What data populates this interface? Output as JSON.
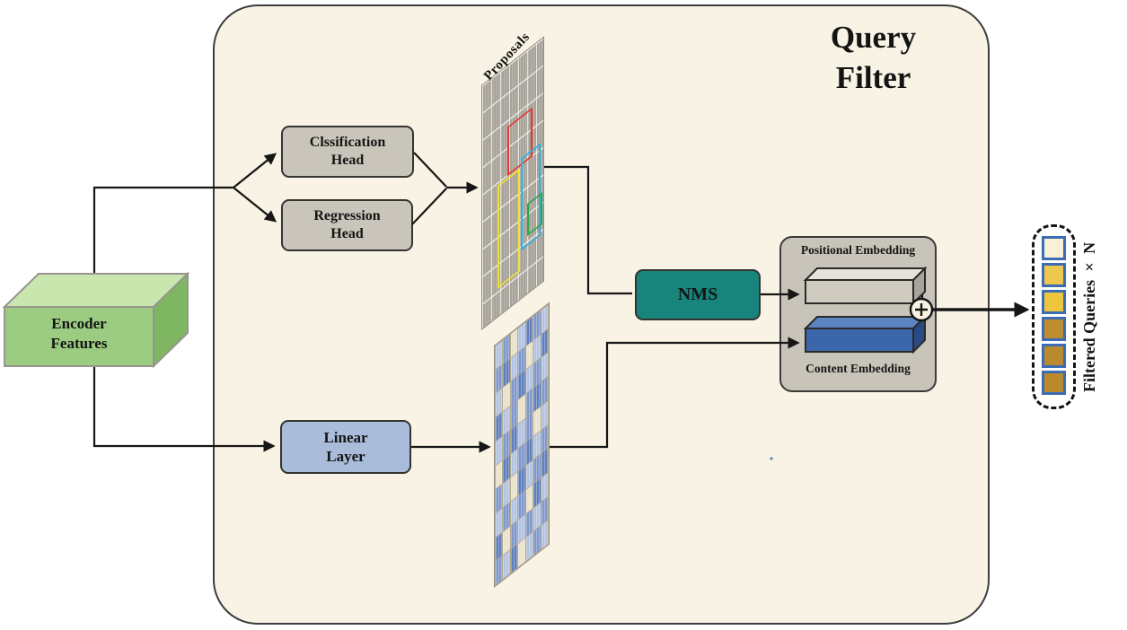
{
  "title": {
    "text": "Query\nFilter"
  },
  "encoder": {
    "label": "Encoder\nFeatures"
  },
  "heads": {
    "classification": "Clssification\nHead",
    "regression": "Regression\nHead"
  },
  "proposals": {
    "label": "Proposals",
    "boxes": [
      {
        "name": "red-proposal",
        "color": "#e8342c"
      },
      {
        "name": "cyan-proposal",
        "color": "#2cb1e8"
      },
      {
        "name": "yellow-proposal",
        "color": "#f2e32d"
      },
      {
        "name": "green-proposal",
        "color": "#2ca84b"
      }
    ]
  },
  "nms": {
    "label": "NMS"
  },
  "linear": {
    "label": "Linear\nLayer"
  },
  "embedding": {
    "positional_label": "Positional Embedding",
    "content_label": "Content Embedding",
    "plus_icon": "plus-in-circle"
  },
  "output": {
    "label": "Filtered Queries × N",
    "squares": [
      "#f8f1d8",
      "#eec84e",
      "#edc63e",
      "#bd8d2f",
      "#ba8b2e",
      "#b9892c"
    ]
  },
  "features_map": {
    "palette": {
      "l": "#b3c3e2",
      "m": "#8098cb",
      "d": "#6080bd",
      "c": "#e9e1c9"
    },
    "pattern": [
      "lmcldml",
      "mdlmcld",
      "lcmdlml",
      "dlmcmdm",
      "lmdlmcl",
      "cdlmdlm",
      "mlcdlmd",
      "lmlmcdl",
      "dcmlmlm",
      "mldclml"
    ]
  },
  "colors": {
    "panel_bg": "#f8f3e4",
    "box_gray": "#c9c5ba",
    "nms_teal": "#17857b",
    "linear_blue": "#a9bdda",
    "encoder_green": "#9ccb82",
    "content_blue": "#3c66ac",
    "positional_gray": "#cfcbc1",
    "query_square_border": "#3c6cb4"
  }
}
